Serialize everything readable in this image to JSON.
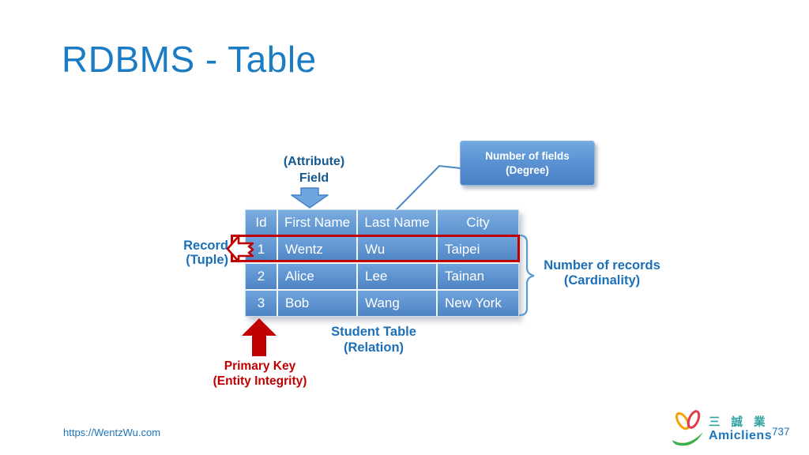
{
  "slide": {
    "title": "RDBMS - Table",
    "footer_url": "https://WentzWu.com",
    "page_number": "737"
  },
  "table": {
    "caption": "Student Table",
    "headers": [
      "Id",
      "First Name",
      "Last Name",
      "City"
    ],
    "rows": [
      [
        "1",
        "Wentz",
        "Wu",
        "Taipei"
      ],
      [
        "2",
        "Alice",
        "Lee",
        "Tainan"
      ],
      [
        "3",
        "Bob",
        "Wang",
        "New York"
      ]
    ]
  },
  "annotations": {
    "field": {
      "line1": "(Attribute)",
      "line2": "Field"
    },
    "degree": {
      "line1": "Number of fields",
      "line2": "(Degree)"
    },
    "record": {
      "line1": "Record",
      "line2": "(Tuple)"
    },
    "cardinality": {
      "line1": "Number of records",
      "line2": "(Cardinality)"
    },
    "relation": {
      "line1": "Student Table",
      "line2": "(Relation)"
    },
    "primary_key": {
      "line1": "Primary Key",
      "line2": "(Entity Integrity)"
    }
  },
  "logo": {
    "company_zh": "三 誠 業",
    "company_en": "Amicliens"
  },
  "colors": {
    "title_blue": "#1b7cc4",
    "annotation_blue": "#1b70b8",
    "field_label_blue": "#16598f",
    "accent_red": "#c00000",
    "table_cell_top": "#6fa3dc",
    "table_cell_bottom": "#4e84c4",
    "callout_line_blue": "#4a86c6",
    "logo_teal": "#2fa3a0",
    "logo_blue": "#1b75bc"
  }
}
